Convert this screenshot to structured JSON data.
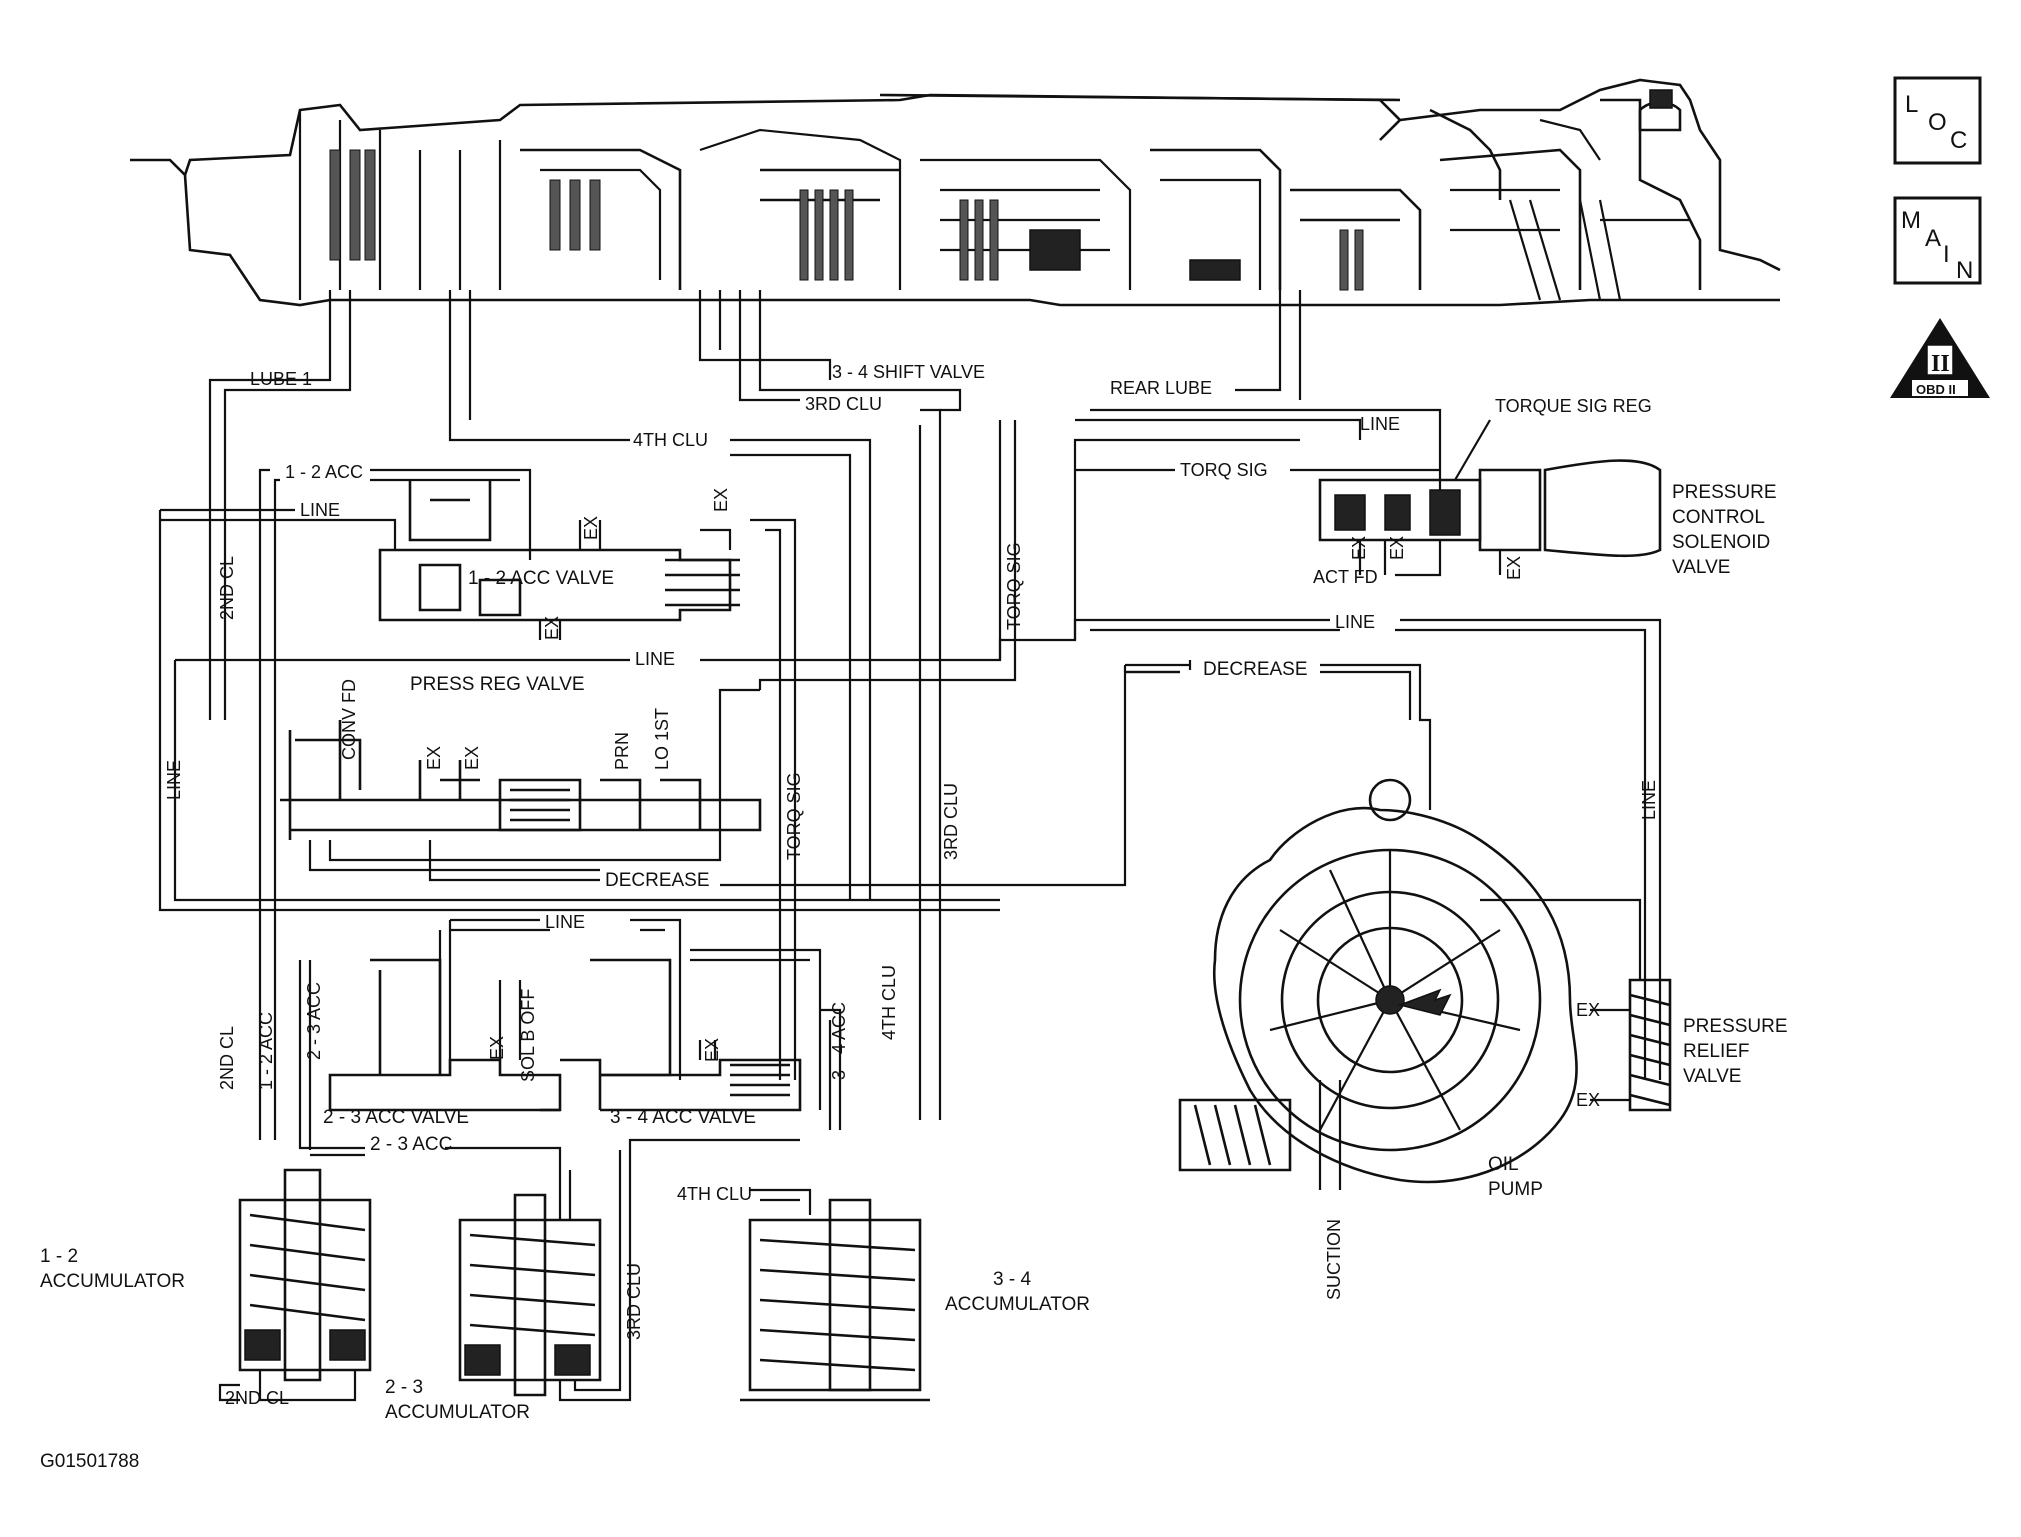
{
  "nav": {
    "loc": {
      "l": "L",
      "o": "O",
      "c": "C"
    },
    "main": {
      "m": "M",
      "a": "A",
      "i": "I",
      "n": "N"
    },
    "obd": {
      "roman": "II",
      "text": "OBD II"
    }
  },
  "top_passages": {
    "lube1": "LUBE 1",
    "shift34": "3 - 4 SHIFT VALVE",
    "rear_lube": "REAR LUBE",
    "third_clu": "3RD CLU",
    "fourth_clu": "4TH CLU"
  },
  "acc12_valve": {
    "acc12": "1 - 2 ACC",
    "line": "LINE",
    "valve": "1 - 2 ACC VALVE",
    "ex1": "EX",
    "ex2": "EX",
    "ex3": "EX"
  },
  "press_reg": {
    "line": "LINE",
    "valve": "PRESS REG VALVE",
    "conv_fd": "CONV FD",
    "ex1": "EX",
    "ex2": "EX",
    "prn": "PRN",
    "lo1st": "LO 1ST",
    "decrease": "DECREASE"
  },
  "side": {
    "second_cl": "2ND CL",
    "line": "LINE",
    "torq_sig_v": "TORQ SIG",
    "torq_sig_v2": "TORQ SIG",
    "third_clu_v": "3RD CLU"
  },
  "solenoid": {
    "line": "LINE",
    "torq_sig": "TORQ SIG",
    "torque_sig_reg": "TORQUE SIG REG",
    "pcs": [
      "PRESSURE",
      "CONTROL",
      "SOLENOID",
      "VALVE"
    ],
    "act_fd": "ACT FD",
    "ex1": "EX",
    "ex2": "EX",
    "ex3": "EX"
  },
  "pump": {
    "line": "LINE",
    "decrease": "DECREASE",
    "line_v": "LINE",
    "prv": [
      "PRESSURE",
      "RELIEF",
      "VALVE"
    ],
    "ex1": "EX",
    "ex2": "EX",
    "oil_pump": [
      "OIL",
      "PUMP"
    ],
    "suction": "SUCTION"
  },
  "lower_valves": {
    "line": "LINE",
    "second_cl": "2ND CL",
    "acc12": "1 - 2 ACC",
    "acc23": "2 - 3 ACC",
    "ex1": "EX",
    "sol_b_off": "SOL B OFF",
    "ex2": "EX",
    "acc34": "3 - 4 ACC",
    "fourth_clu": "4TH CLU",
    "valve23": "2 - 3 ACC VALVE",
    "valve34": "3 - 4 ACC VALVE",
    "acc23_h": "2 - 3 ACC"
  },
  "accumulators": {
    "acc12": [
      "1 - 2",
      "ACCUMULATOR"
    ],
    "second_cl": "2ND CL",
    "acc23": [
      "2 - 3",
      "ACCUMULATOR"
    ],
    "third_clu": "3RD CLU",
    "fourth_clu": "4TH CLU",
    "acc34": [
      "3 - 4",
      "ACCUMULATOR"
    ]
  },
  "figure_id": "G01501788"
}
